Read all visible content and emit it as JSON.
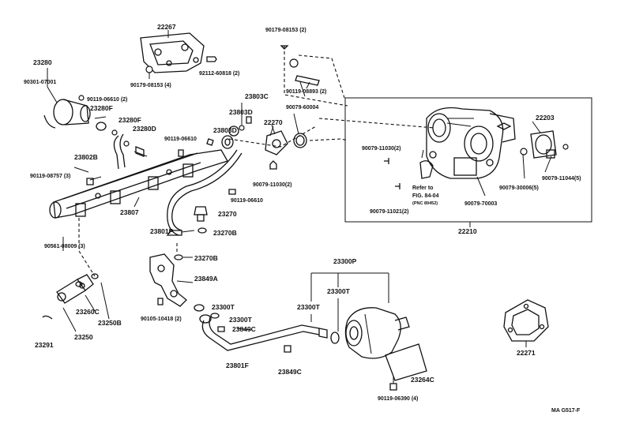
{
  "labels": {
    "p22267": "22267",
    "p90179_08153_4": "90179-08153 (4)",
    "p92112_60818_2": "92112-60818 (2)",
    "p90179_08153_2": "90179-08153 (2)",
    "p23280": "23280",
    "p90301_07001": "90301-07001",
    "p90119_06610_2": "90119-06610 (2)",
    "p23280F_a": "23280F",
    "p23280F_b": "23280F",
    "p23280D": "23280D",
    "p90119_06610_a": "90119-06610",
    "p23802B": "23802B",
    "p90119_08757_3": "90119-08757 (3)",
    "p23807": "23807",
    "p90561_08009_3": "90561-08009 (3)",
    "p23803C": "23803C",
    "p23803D": "23803D",
    "p23803D_b": "23803D",
    "p22270": "22270",
    "p90119_08893_2": "90119-08893 (2)",
    "p90079_60004": "90079-60004",
    "p90079_11030_2_a": "90079-11030(2)",
    "p90119_06610_b": "90119-06610",
    "p23270": "23270",
    "p23801P": "23801P",
    "p23270B_a": "23270B",
    "p23270B_b": "23270B",
    "p23849A": "23849A",
    "p22203": "22203",
    "p90079_11030_2_b": "90079-11030(2)",
    "refer_to": "Refer to",
    "fig": "FIG. 84-04",
    "pnc": "(PNC 89452)",
    "p90079_11021_2": "90079-11021(2)",
    "p90079_70003": "90079-70003",
    "p90079_30006_5": "90079-30006(5)",
    "p90079_11044_5": "90079-11044(5)",
    "p22210": "22210",
    "p23300P": "23300P",
    "p23300T_a": "23300T",
    "p23300T_b": "23300T",
    "p23300T_c": "23300T",
    "p23300T_d": "23300T",
    "p23849C_a": "23849C",
    "p23849C_b": "23849C",
    "p23801F": "23801F",
    "p23264C": "23264C",
    "p90119_06390_4": "90119-06390 (4)",
    "p23260C": "23260C",
    "p23250B": "23250B",
    "p23250": "23250",
    "p23291": "23291",
    "p90105_10418_2": "90105-10418 (2)",
    "p22271": "22271",
    "catalog_code": "MA G517-F"
  }
}
